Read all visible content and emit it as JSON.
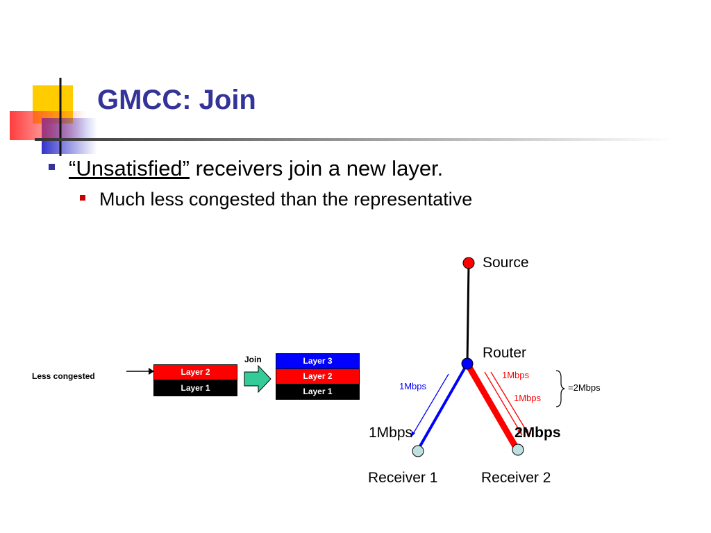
{
  "slide": {
    "title": "GMCC: Join",
    "bullet1": {
      "quoted": "“Unsatisfied”",
      "rest": " receivers join a new layer."
    },
    "bullet2": "Much less congested than the representative"
  },
  "diagram": {
    "less_congested": "Less congested",
    "join": "Join",
    "stack_before": [
      "Layer 2",
      "Layer 1"
    ],
    "stack_after": [
      "Layer 3",
      "Layer 2",
      "Layer 1"
    ],
    "source": "Source",
    "router": "Router",
    "receiver1": "Receiver 1",
    "receiver2": "Receiver 2",
    "rate_r1_flow": "1Mbps",
    "rate_r1": "1Mbps",
    "rate_r2": "2Mbps",
    "rate_r2_flow_a": "1Mbps",
    "rate_r2_flow_b": "1Mbps",
    "rate_sum": "=2Mbps"
  },
  "colors": {
    "title": "#333399",
    "blue": "#0000ff",
    "red": "#ff0000",
    "black": "#000000",
    "green_arrow": "#33cc99",
    "node_light": "#bfe0e0"
  }
}
